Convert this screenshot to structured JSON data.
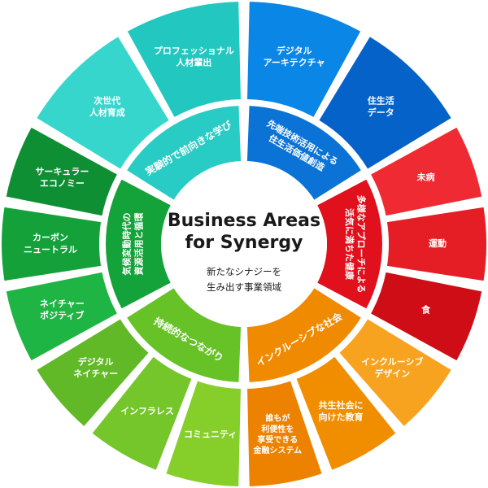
{
  "center": {
    "title_lines": [
      "Business Areas",
      "for Synergy"
    ],
    "subtitle_lines": [
      "新たなシナジーを",
      "生み出す事業領域"
    ]
  },
  "groups": [
    {
      "id": "future-tech",
      "label_lines": [
        "先端技術活用による",
        "住生活価値創造"
      ],
      "inner_color": "#0b73d6",
      "outer_color": "#0a79e0",
      "segments": [
        {
          "lines": [
            "デジタル",
            "アーキテクチャ"
          ],
          "color": "#0a86e6"
        },
        {
          "lines": [
            "住生活",
            "データ"
          ],
          "color": "#0562c8"
        }
      ]
    },
    {
      "id": "health",
      "label_lines": [
        "多様なアプローチによる",
        "活気に満ちた健康"
      ],
      "inner_color": "#e0101c",
      "outer_color": "#e11b22",
      "segments": [
        {
          "lines": [
            "未病"
          ],
          "color": "#ef2a33"
        },
        {
          "lines": [
            "運動"
          ],
          "color": "#e51d25"
        },
        {
          "lines": [
            "食"
          ],
          "color": "#cf0d17"
        }
      ]
    },
    {
      "id": "inclusive",
      "label_lines": [
        "インクルーシブな社会"
      ],
      "inner_color": "#f08a00",
      "outer_color": "#f39800",
      "segments": [
        {
          "lines": [
            "インクルーシブ",
            "デザイン"
          ],
          "color": "#f7a320"
        },
        {
          "lines": [
            "共生社会に",
            "向けた教育"
          ],
          "color": "#f08e00"
        },
        {
          "lines": [
            "誰もが",
            "利便性を",
            "享受できる",
            "金融システム"
          ],
          "color": "#ec8200"
        }
      ]
    },
    {
      "id": "connection",
      "label_lines": [
        "持続的なつながり"
      ],
      "inner_color": "#66c227",
      "outer_color": "#6cc52a",
      "segments": [
        {
          "lines": [
            "コミュニティ"
          ],
          "color": "#86cf2a"
        },
        {
          "lines": [
            "インフラレス"
          ],
          "color": "#74c62a"
        },
        {
          "lines": [
            "デジタル",
            "ネイチャー"
          ],
          "color": "#62b928"
        }
      ]
    },
    {
      "id": "climate",
      "label_lines": [
        "気候変動時代の",
        "資源活用と循環"
      ],
      "inner_color": "#14a23a",
      "outer_color": "#18a63c",
      "segments": [
        {
          "lines": [
            "ネイチャー",
            "ポジティブ"
          ],
          "color": "#1fb544"
        },
        {
          "lines": [
            "カーボン",
            "ニュートラル"
          ],
          "color": "#15a13a"
        },
        {
          "lines": [
            "サーキュラー",
            "エコノミー"
          ],
          "color": "#0e8f33"
        }
      ]
    },
    {
      "id": "learning",
      "label_lines": [
        "実験的で前向きな学び"
      ],
      "inner_color": "#28ccc4",
      "outer_color": "#2fd3cb",
      "segments": [
        {
          "lines": [
            "次世代",
            "人材育成"
          ],
          "color": "#36d6cd"
        },
        {
          "lines": [
            "プロフェッショナル",
            "人材輩出"
          ],
          "color": "#22c8c0"
        }
      ]
    }
  ]
}
